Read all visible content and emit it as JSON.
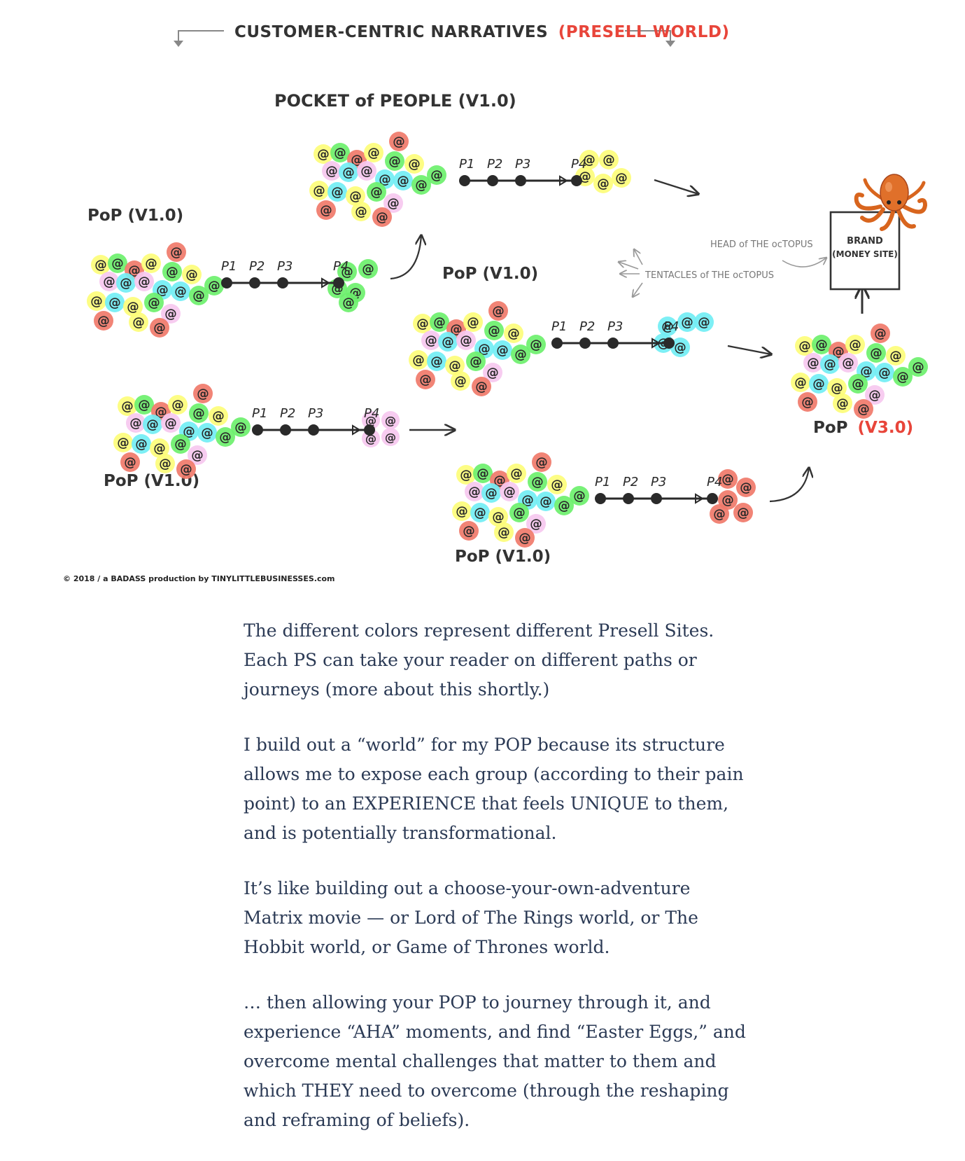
{
  "header": {
    "title_main": "CUSTOMER-CENTRIC NARRATIVES",
    "title_accent": "(PRESELL WORLD)"
  },
  "labels": {
    "pocket_of_people": "POCKET of PEOPLE (V1.0)",
    "pop_v1": "PoP (V1.0)",
    "pop_v3_prefix": "PoP",
    "pop_v3_version": "(V3.0)",
    "brand_line1": "BRAND",
    "brand_line2": "(MONEY SITE)",
    "head_of_octopus": "HEAD of THE ocTOPUS",
    "tentacles_of_octopus": "TENTACLES of THE ocTOPUS",
    "path_steps": [
      "P1",
      "P2",
      "P3",
      "P4"
    ],
    "cluster_glyph": "@"
  },
  "colors": {
    "yellow": "#fdfd7a",
    "green": "#6cf06c",
    "red": "#f07a6a",
    "cyan": "#72eef4",
    "pink": "#f6c8ef",
    "accent": "#e8453a",
    "ink": "#2a2a2a"
  },
  "copyright": "© 2018 / a BADASS production by TINYLITTLEBUSINESSES.com",
  "article": {
    "paragraphs": [
      "The different colors represent different Presell Sites. Each PS can take your reader on different paths or journeys (more about this shortly.)",
      "I build out a “world” for my POP because its structure allows me to expose each group (according to their pain point) to an EXPERIENCE that feels UNIQUE to them, and is potentially transformational.",
      "It’s like building out a choose-your-own-adventure Matrix movie — or Lord of The Rings world, or The Hobbit world, or Game of Thrones world.",
      "… then allowing your POP to journey through it, and experience “AHA” moments, and find “Easter Eggs,” and overcome mental challenges that matter to them and which THEY need to overcome (through the reshaping and reframing of beliefs)."
    ]
  }
}
